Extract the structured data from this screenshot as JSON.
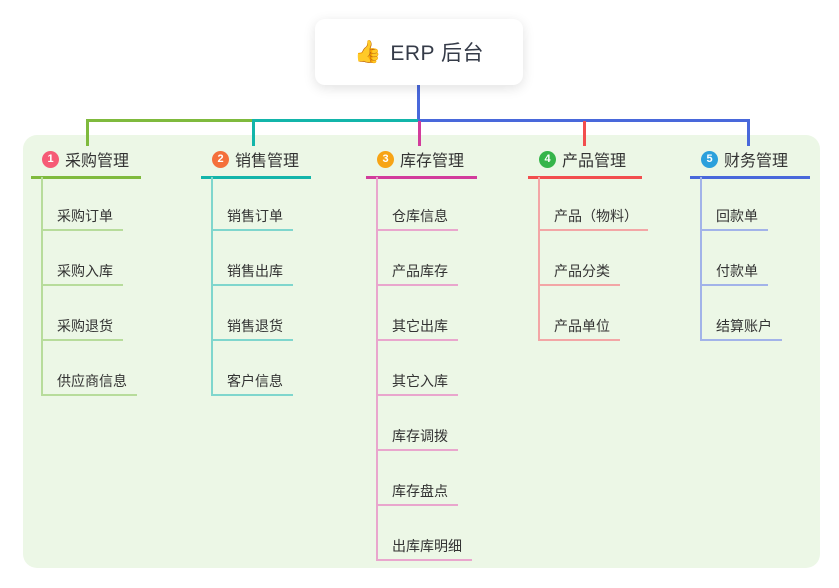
{
  "root": {
    "icon": "👍",
    "label": "ERP 后台"
  },
  "colors": {
    "page_bg": "#ffffff",
    "panel_bg": "#ecf7e6",
    "card_bg": "#ffffff",
    "root_text": "#353b48",
    "title_text": "#333333",
    "child_text": "#333333",
    "root_stem": "#4968db"
  },
  "branches": [
    {
      "number": "1",
      "label": "采购管理",
      "badge_color": "#f65b76",
      "line_color": "#7fba3d",
      "child_line_color": "#b7dc9b",
      "children": [
        "采购订单",
        "采购入库",
        "采购退货",
        "供应商信息"
      ]
    },
    {
      "number": "2",
      "label": "销售管理",
      "badge_color": "#f4703b",
      "line_color": "#13b5aa",
      "child_line_color": "#7fd6cd",
      "children": [
        "销售订单",
        "销售出库",
        "销售退货",
        "客户信息"
      ]
    },
    {
      "number": "3",
      "label": "库存管理",
      "badge_color": "#f7a415",
      "line_color": "#d23c9c",
      "child_line_color": "#e9a6cd",
      "children": [
        "仓库信息",
        "产品库存",
        "其它出库",
        "其它入库",
        "库存调拨",
        "库存盘点",
        "出库库明细"
      ]
    },
    {
      "number": "4",
      "label": "产品管理",
      "badge_color": "#35b54a",
      "line_color": "#f24e4e",
      "child_line_color": "#f3a6a6",
      "children": [
        "产品（物料）",
        "产品分类",
        "产品单位"
      ]
    },
    {
      "number": "5",
      "label": "财务管理",
      "badge_color": "#2ba0dc",
      "line_color": "#4968db",
      "child_line_color": "#a2b3e9",
      "children": [
        "回款单",
        "付款单",
        "结算账户"
      ]
    }
  ]
}
